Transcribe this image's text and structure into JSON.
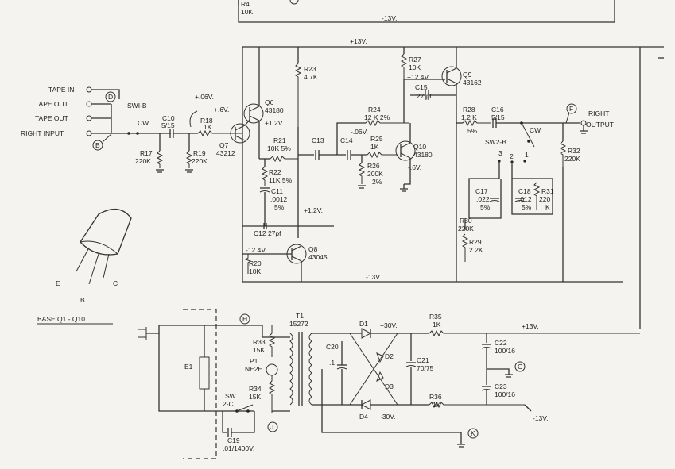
{
  "inputs": {
    "tape_in": "TAPE IN",
    "tape_out_1": "TAPE OUT",
    "tape_out_2": "TAPE OUT",
    "right_input": "RIGHT INPUT"
  },
  "switches": {
    "sw1b": "SWI-B",
    "sw2b": "SW2-B",
    "sw2c_a": "SW",
    "sw2c_b": "2-C",
    "cw_1": "CW",
    "cw_2": "CW",
    "pos_3": "3",
    "pos_2": "2",
    "pos_1": "1"
  },
  "test_points": {
    "b": "B",
    "d": "D",
    "f": "F",
    "g": "G",
    "h": "H",
    "j": "J",
    "k": "K"
  },
  "voltages": {
    "rail_top_neg": "-13V.",
    "rail_pos": "+13V.",
    "rail_neg": "-13V.",
    "v_p06": "+.06V.",
    "v_p6": "+.6V.",
    "v_p12_q6": "+1.2V.",
    "v_p124": "+12.4V.",
    "v_m06": "-.06V.",
    "v_m6": "-.6V.",
    "v_p12_mid": "+1.2V.",
    "v_m124": "-12.4V.",
    "v_p30": "+30V.",
    "v_m30": "-30V.",
    "v_p13_ps": "+13V.",
    "v_m13_ps": "-13V."
  },
  "resistors": {
    "r4": [
      "R4",
      "10K"
    ],
    "r17": [
      "R17",
      "220K"
    ],
    "r18": [
      "R18",
      "1K"
    ],
    "r19": [
      "R19",
      "220K"
    ],
    "r20": [
      "R20",
      "10K"
    ],
    "r21": [
      "R21",
      "10K 5%"
    ],
    "r22": [
      "R22",
      "11K 5%"
    ],
    "r23": [
      "R23",
      "4.7K"
    ],
    "r24": [
      "R24",
      "12 K 2%"
    ],
    "r25": [
      "R25",
      "1K"
    ],
    "r26": [
      "R26",
      "200K",
      "2%"
    ],
    "r27": [
      "R27",
      "10K"
    ],
    "r28": [
      "R28",
      "1.2 K",
      "5%"
    ],
    "r29": [
      "R29",
      "2.2K"
    ],
    "r30": [
      "R30",
      "220K"
    ],
    "r31": [
      "R31",
      "220",
      "K"
    ],
    "r32": [
      "R32",
      "220K"
    ],
    "r33": [
      "R33",
      "15K"
    ],
    "r34": [
      "R34",
      "15K"
    ],
    "r35": [
      "R35",
      "1K"
    ],
    "r36": [
      "R36",
      "1K"
    ]
  },
  "capacitors": {
    "c10": [
      "C10",
      "5/15"
    ],
    "c11": [
      "C11",
      ".0012",
      "5%"
    ],
    "c12": "C12  27pf",
    "c13": "C13",
    "c14": "C14",
    "c15": [
      "C15",
      "27 pf"
    ],
    "c16": [
      "C16",
      "5/15"
    ],
    "c17": [
      "C17",
      ".022",
      "5%"
    ],
    "c18": [
      "C18",
      ".012",
      "5%"
    ],
    "c19": [
      "C19",
      ".01/1400V."
    ],
    "c20": [
      "C20",
      ".1"
    ],
    "c21": [
      "C21",
      "70/75"
    ],
    "c22": [
      "C22",
      "100/16"
    ],
    "c23": [
      "C23",
      "100/16"
    ]
  },
  "transistors": {
    "q6": [
      "Q6",
      "43180"
    ],
    "q7": [
      "Q7",
      "43212"
    ],
    "q8": [
      "Q8",
      "43045"
    ],
    "q9": [
      "Q9",
      "43162"
    ],
    "q10": [
      "Q10",
      "43180"
    ]
  },
  "diodes": {
    "d1": "D1",
    "d2": "D2",
    "d3": "D3",
    "d4": "D4"
  },
  "misc": {
    "t1": [
      "T1",
      "15272"
    ],
    "p1": [
      "P1",
      "NE2H"
    ],
    "e1": "E1",
    "right_output_1": "RIGHT",
    "right_output_2": "OUTPUT",
    "base_caption": "BASE Q1 - Q10",
    "pin_e": "E",
    "pin_b": "B",
    "pin_c": "C"
  }
}
